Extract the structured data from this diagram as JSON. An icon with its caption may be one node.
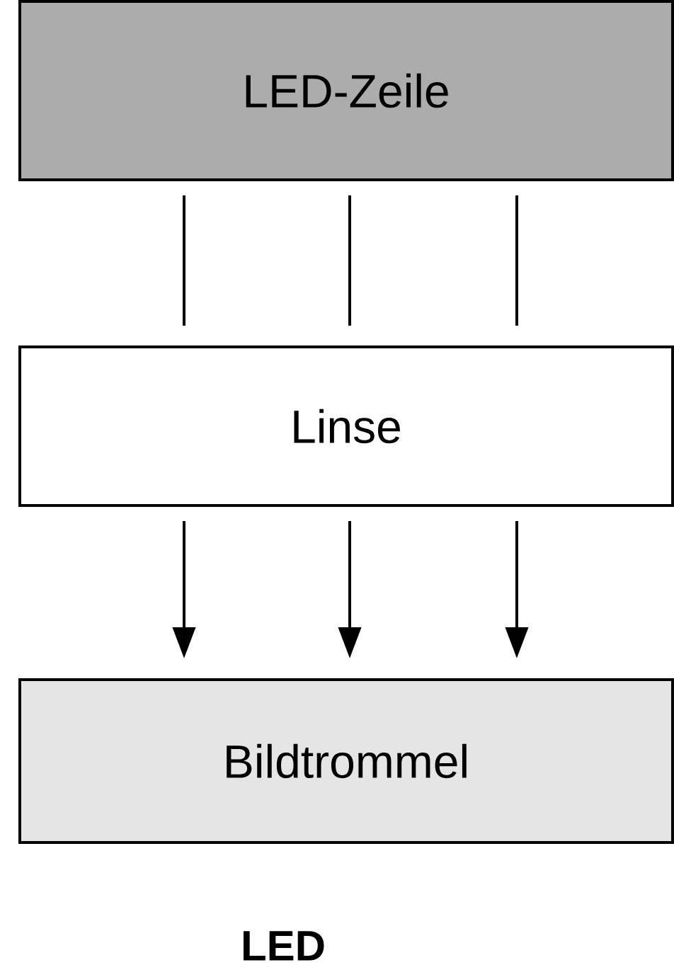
{
  "diagram": {
    "nodes": [
      {
        "text": [
          "LED-Zeile"
        ]
      },
      {
        "text": [
          "Linse"
        ]
      },
      {
        "text": [
          "Bildtrommel"
        ]
      }
    ],
    "edges": [
      {
        "from": 0,
        "to": 1,
        "arrow": "none"
      },
      {
        "from": 0,
        "to": 1,
        "arrow": "none"
      },
      {
        "from": 0,
        "to": 1,
        "arrow": "none"
      },
      {
        "from": 1,
        "to": 2,
        "arrow": "to"
      },
      {
        "from": 1,
        "to": 2,
        "arrow": "to"
      },
      {
        "from": 1,
        "to": 2,
        "arrow": "to"
      }
    ],
    "labels": [
      "LED"
    ]
  }
}
